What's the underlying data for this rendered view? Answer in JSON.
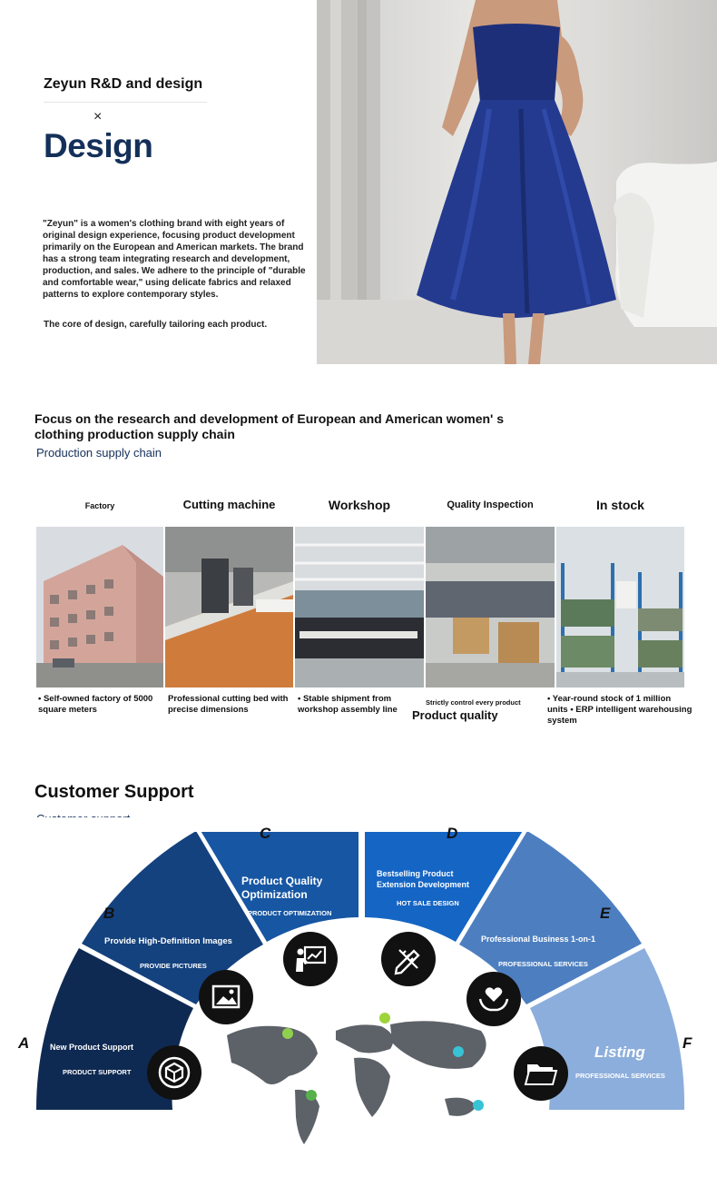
{
  "brand": {
    "title": "Zeyun R&D and design",
    "x_mark": "×",
    "design_word": "Design",
    "description": "\"Zeyun\" is a women's clothing brand with eight years of original design experience, focusing product development primarily on the European and American markets. The brand has a strong team integrating research and development, production, and sales. We adhere to the principle of \"durable and comfortable wear,\" using delicate fabrics and relaxed patterns to explore contemporary styles.",
    "core": "The core of design, carefully tailoring each product."
  },
  "supply": {
    "title": "Focus on the research and development of European and American women' s clothing production supply chain",
    "subtitle": "Production supply chain",
    "steps": [
      {
        "label": "Factory",
        "caption": "• Self-owned factory of 5000 square meters"
      },
      {
        "label": "Cutting machine",
        "caption": "Professional cutting bed with precise dimensions"
      },
      {
        "label": "Workshop",
        "caption": "• Stable shipment from workshop assembly line"
      },
      {
        "label": "Quality Inspection",
        "caption": "Strictly control every product",
        "caption_big": "Product quality"
      },
      {
        "label": "In stock",
        "caption": "• Year-round stock of 1 million units • ERP intelligent warehousing system"
      }
    ]
  },
  "support": {
    "title": "Customer Support",
    "subtitle": "Customer support",
    "segments": [
      {
        "letter": "A",
        "title": "New Product Support",
        "sub": "PRODUCT SUPPORT",
        "icon": "box-icon",
        "color": "#0f2a52"
      },
      {
        "letter": "B",
        "title": "Provide High-Definition Images",
        "sub": "PROVIDE PICTURES",
        "icon": "image-icon",
        "color": "#14427f"
      },
      {
        "letter": "C",
        "title": "Product Quality Optimization",
        "sub": "PRODUCT OPTIMIZATION",
        "icon": "presentation-icon",
        "color": "#1656a3"
      },
      {
        "letter": "D",
        "title": "Bestselling Product Extension Development",
        "sub": "HOT SALE DESIGN",
        "icon": "design-tools-icon",
        "color": "#1565c4"
      },
      {
        "letter": "E",
        "title": "Professional Business 1-on-1",
        "sub": "PROFESSIONAL SERVICES",
        "icon": "heart-hand-icon",
        "color": "#4d7fc0"
      },
      {
        "letter": "F",
        "title": "Listing",
        "sub": "PROFESSIONAL SERVICES",
        "icon": "folder-icon",
        "color": "#8caedc"
      }
    ]
  }
}
